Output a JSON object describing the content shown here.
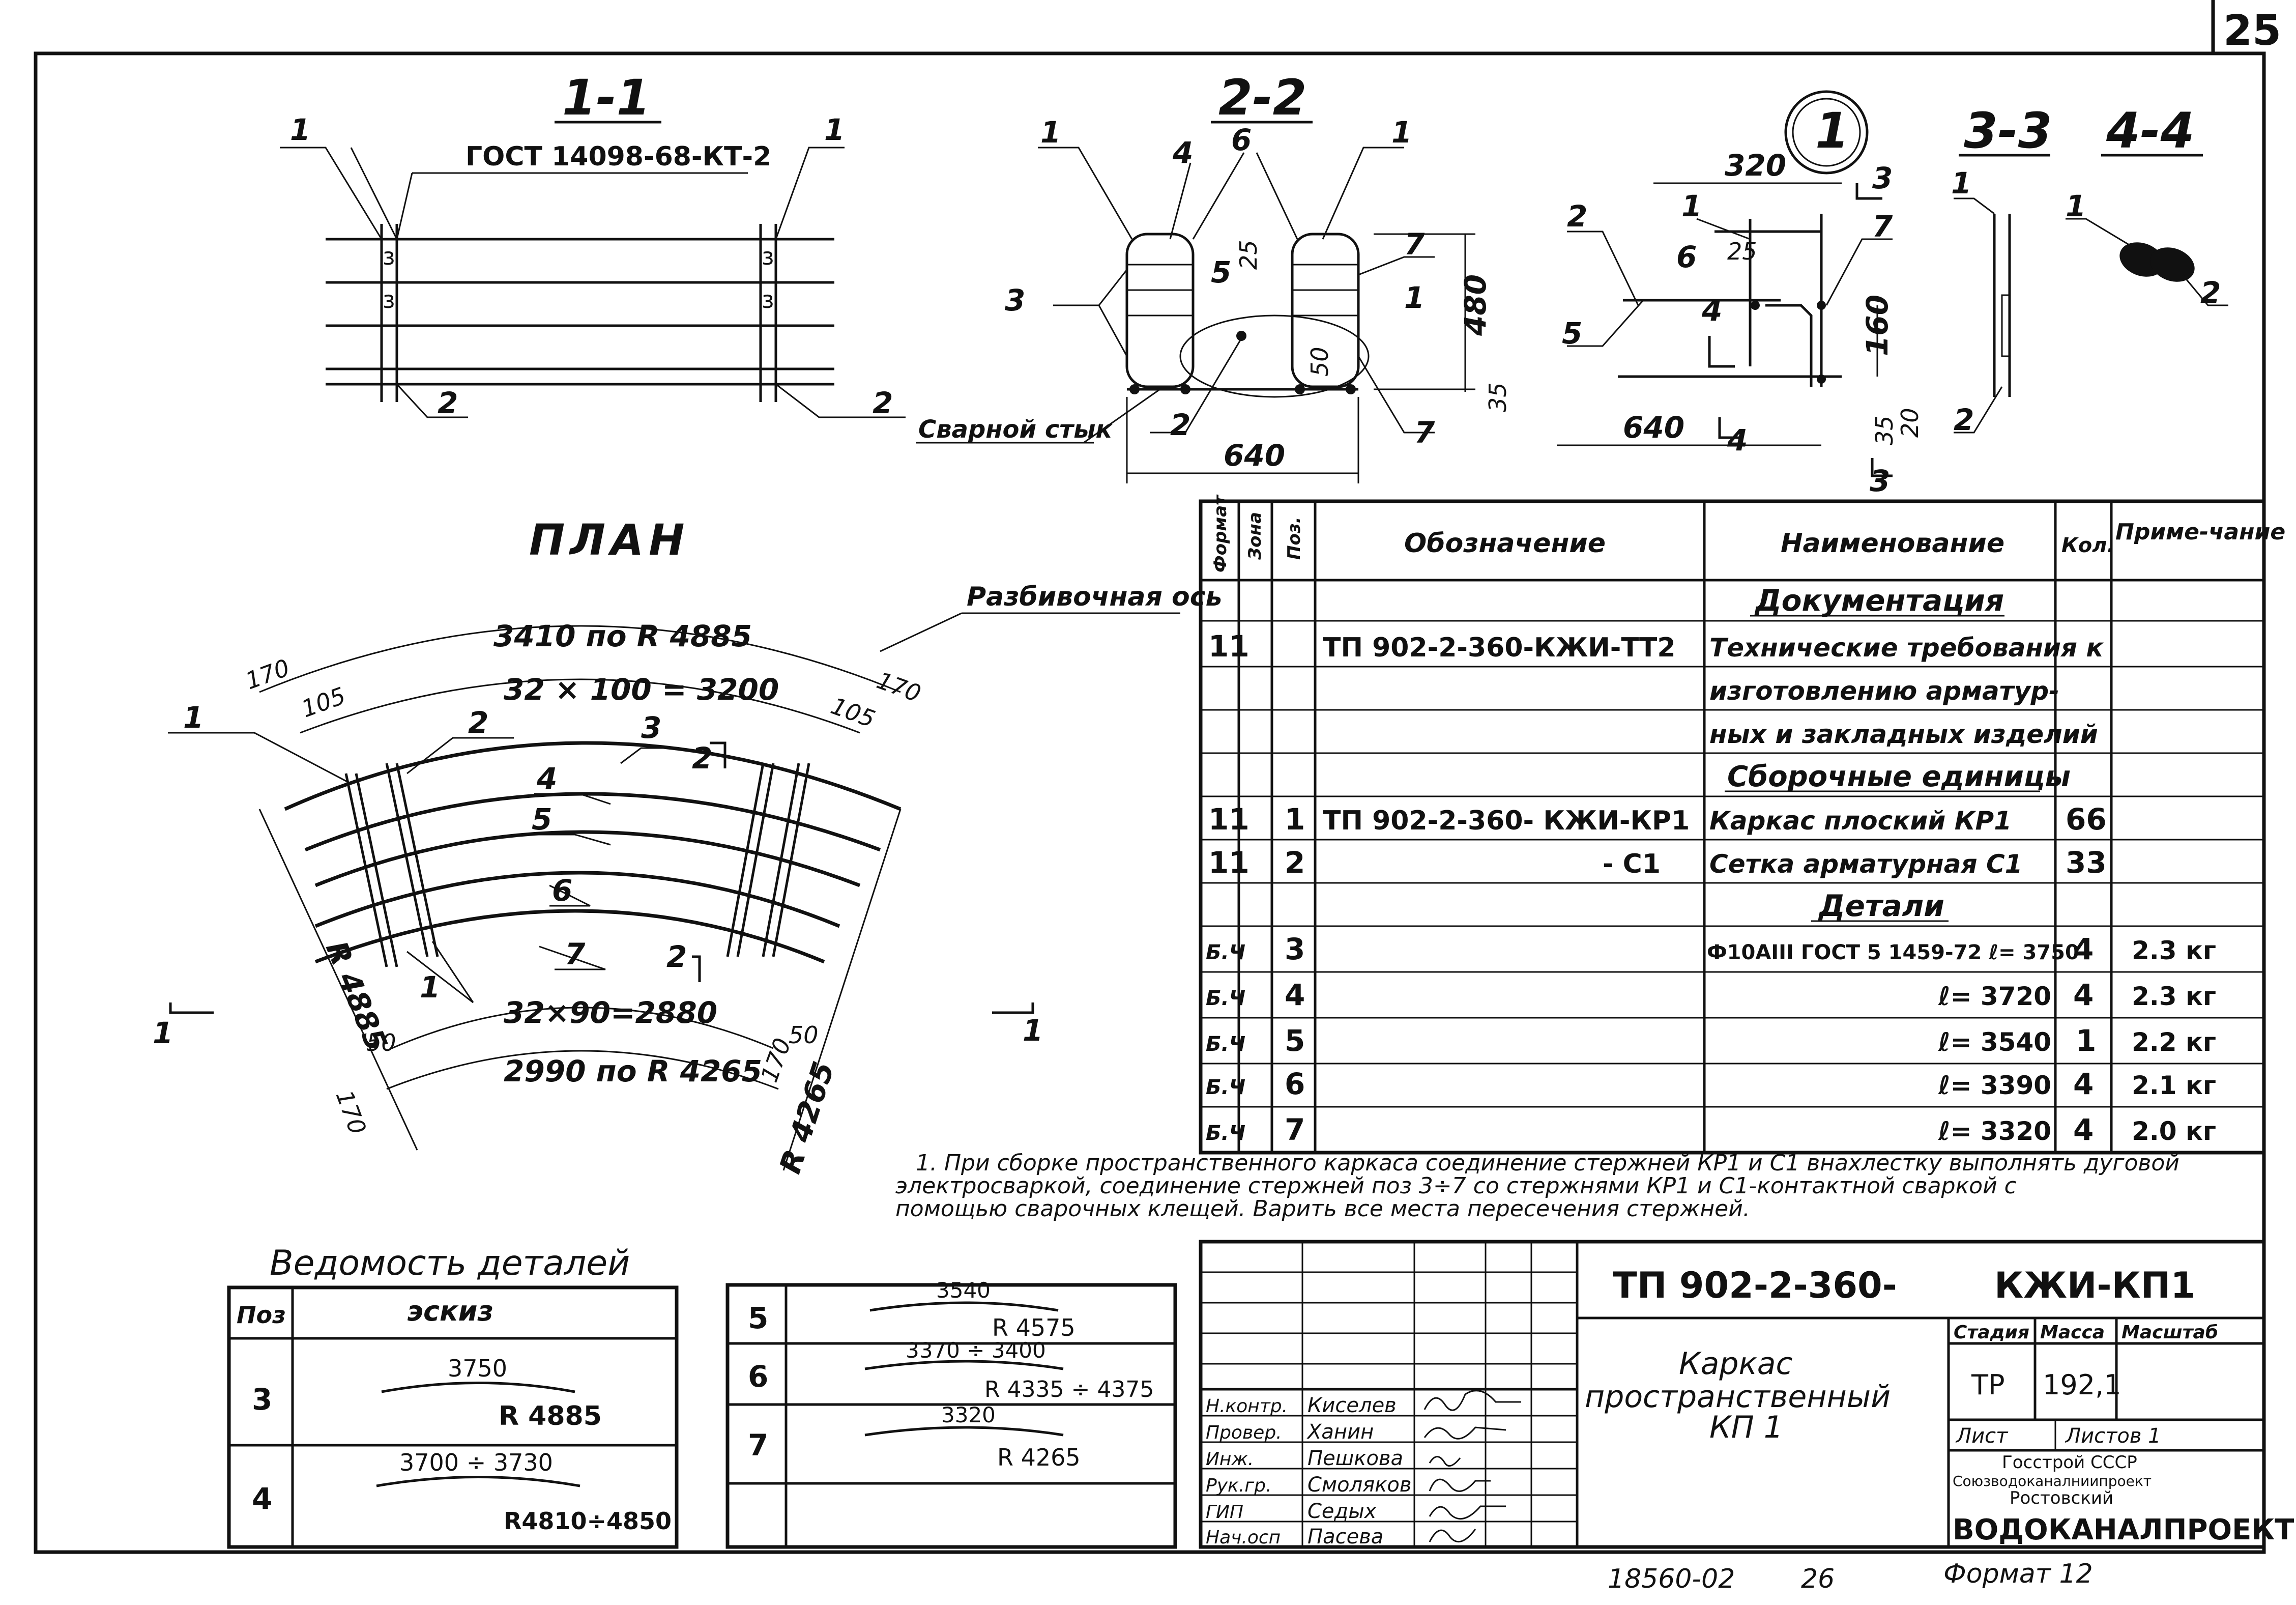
{
  "sheet": {
    "number": "25",
    "footer_left": "18560-02",
    "footer_mid": "26",
    "footer_right": "Формат 12"
  },
  "sections": {
    "s11": {
      "title": "1-1",
      "gost": "ГОСТ 14098-68-КТ-2",
      "p1": "1",
      "p2": "2"
    },
    "s22": {
      "title": "2-2",
      "weld": "Сварной стык",
      "d640": "640",
      "d480": "480",
      "d25": "25",
      "d35": "35",
      "d50": "50",
      "p1": "1",
      "p2": "2",
      "p3": "3",
      "p4": "4",
      "p5": "5",
      "p6": "6",
      "p7": "7"
    },
    "node1": {
      "mark": "1",
      "d320": "320",
      "d640": "640",
      "d160": "160",
      "d25": "25",
      "d35": "35",
      "d20": "20",
      "cut3": "3",
      "cut4": "4",
      "p1": "1",
      "p2": "2",
      "p4": "4",
      "p5": "5",
      "p6": "6",
      "p7": "7"
    },
    "s33": {
      "title": "3-3",
      "p1": "1",
      "p2": "2"
    },
    "s44": {
      "title": "4-4",
      "p1": "1",
      "p2": "2"
    }
  },
  "plan": {
    "title": "ПЛАН",
    "axis": "Разбивочная ось",
    "d_top": "3410 по R 4885",
    "d_top2": "32 × 100 = 3200",
    "d_bot": "32×90=2880",
    "d_bot2": "2990 по R 4265",
    "d170": "170",
    "d105": "105",
    "d50": "50",
    "r_left": "R 4885",
    "r_right": "R 4265",
    "cut1": "1",
    "cut2": "2",
    "p1": "1",
    "p2": "2",
    "p3": "3",
    "p4": "4",
    "p5": "5",
    "p6": "6",
    "p7": "7"
  },
  "spec": {
    "headers": [
      "Формат",
      "Зона",
      "Поз.",
      "Обозначение",
      "Наименование",
      "Кол.",
      "Приме-чание"
    ],
    "sections": {
      "docs": "Документация",
      "units": "Сборочные единицы",
      "details": "Детали"
    },
    "rows": [
      {
        "fmt": "11",
        "pos": "",
        "des": "ТП 902-2-360-КЖИ-ТТ2",
        "name": "Технические требования к",
        "qty": "",
        "note": ""
      },
      {
        "fmt": "",
        "pos": "",
        "des": "",
        "name": "изготовлению арматур-",
        "qty": "",
        "note": ""
      },
      {
        "fmt": "",
        "pos": "",
        "des": "",
        "name": "ных и закладных изделий",
        "qty": "",
        "note": ""
      },
      {
        "fmt": "11",
        "pos": "1",
        "des": "ТП 902-2-360- КЖИ-КР1",
        "name": "Каркас плоский КР1",
        "qty": "66",
        "note": ""
      },
      {
        "fmt": "11",
        "pos": "2",
        "des": "- С1",
        "name": "Сетка арматурная С1",
        "qty": "33",
        "note": ""
      },
      {
        "fmt": "Б.Ч",
        "pos": "3",
        "des": "",
        "name": "Ф10АIII ГОСТ 5 1459-72 ℓ= 3750",
        "qty": "4",
        "note": "2.3 кг"
      },
      {
        "fmt": "Б.Ч",
        "pos": "4",
        "des": "",
        "name": "ℓ= 3720",
        "qty": "4",
        "note": "2.3 кг"
      },
      {
        "fmt": "Б.Ч",
        "pos": "5",
        "des": "",
        "name": "ℓ= 3540",
        "qty": "1",
        "note": "2.2 кг"
      },
      {
        "fmt": "Б.Ч",
        "pos": "6",
        "des": "",
        "name": "ℓ= 3390",
        "qty": "4",
        "note": "2.1 кг"
      },
      {
        "fmt": "Б.Ч",
        "pos": "7",
        "des": "",
        "name": "ℓ= 3320",
        "qty": "4",
        "note": "2.0 кг"
      }
    ]
  },
  "note": {
    "line1": "1. При сборке пространственного каркаса соединение стержней КР1 и С1 внахлестку выполнять дуговой",
    "line2": "электросваркой, соединение стержней поз 3÷7 со стержнями КР1 и С1-контактной сваркой с",
    "line3": "помощью сварочных клещей. Варить все места пересечения стержней."
  },
  "details": {
    "title": "Ведомость деталей",
    "h_pos": "Поз",
    "h_sketch": "эскиз",
    "items": [
      {
        "pos": "3",
        "len": "3750",
        "r": "R 4885"
      },
      {
        "pos": "4",
        "len": "3700 ÷ 3730",
        "r": "R4810÷4850"
      },
      {
        "pos": "5",
        "len": "3540",
        "r": "R 4575"
      },
      {
        "pos": "6",
        "len": "3370 ÷ 3400",
        "r": "R 4335 ÷ 4375"
      },
      {
        "pos": "7",
        "len": "3320",
        "r": "R 4265"
      }
    ]
  },
  "title_block": {
    "code": "ТП 902-2-360-",
    "code2": "КЖИ-КП1",
    "name1": "Каркас",
    "name2": "пространственный",
    "name3": "КП 1",
    "stage_h": "Стадия",
    "mass_h": "Масса",
    "scale_h": "Масштаб",
    "stage": "ТР",
    "mass": "192,1",
    "sheet_h": "Лист",
    "sheets_h": "Листов 1",
    "org1": "Госстрой СССР",
    "org2": "Союзводоканалниипроект",
    "org3": "Ростовский",
    "org4": "ВОДОКАНАЛПРОЕКТ",
    "people": [
      {
        "role": "Н.контр.",
        "name": "Киселев"
      },
      {
        "role": "Провер.",
        "name": "Ханин"
      },
      {
        "role": "Инж.",
        "name": "Пешкова"
      },
      {
        "role": "Рук.гр.",
        "name": "Смоляков"
      },
      {
        "role": "ГИП",
        "name": "Седых"
      },
      {
        "role": "Нач.осп",
        "name": "Пасева"
      }
    ]
  }
}
